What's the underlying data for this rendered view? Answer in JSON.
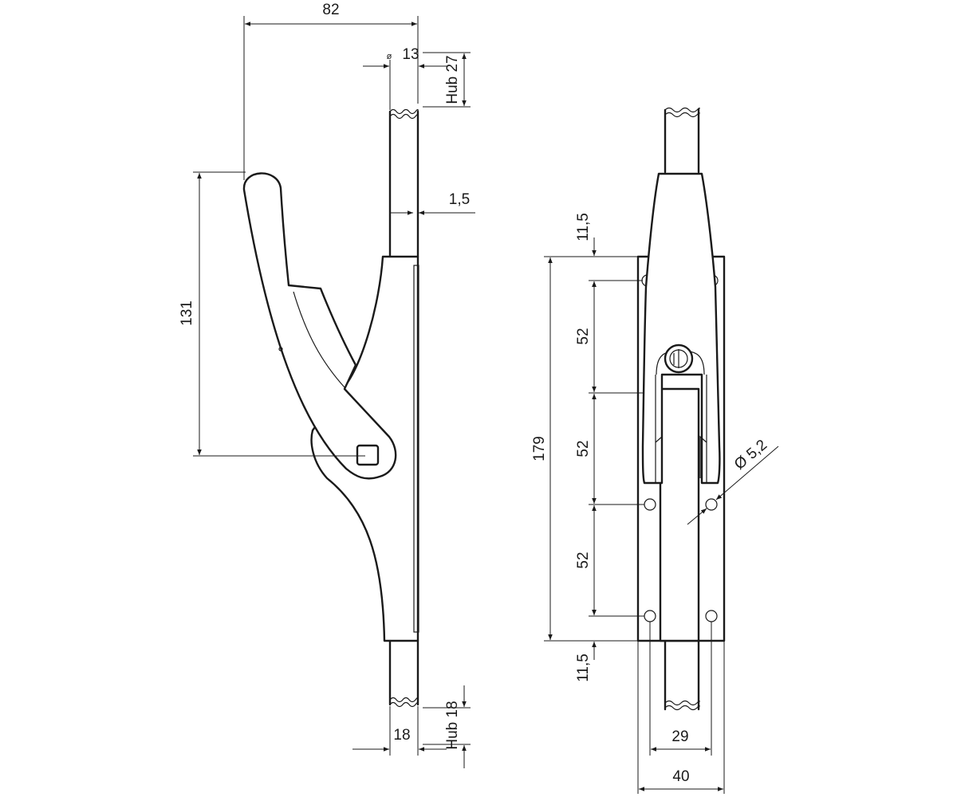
{
  "drawing": {
    "side_view": {
      "overall_width": "82",
      "rod_thickness": "13",
      "rod_symbol": "ø",
      "stroke_top": "Hub 27",
      "plate_thickness": "1,5",
      "handle_height": "131",
      "rod_width": "18",
      "stroke_bottom": "Hub 18"
    },
    "front_view": {
      "top_offset": "11,5",
      "total_height": "179",
      "spacing_1": "52",
      "spacing_2": "52",
      "spacing_3": "52",
      "bottom_offset": "11,5",
      "hole_diameter": "Ø 5,2",
      "hole_spacing": "29",
      "plate_width": "40"
    }
  }
}
